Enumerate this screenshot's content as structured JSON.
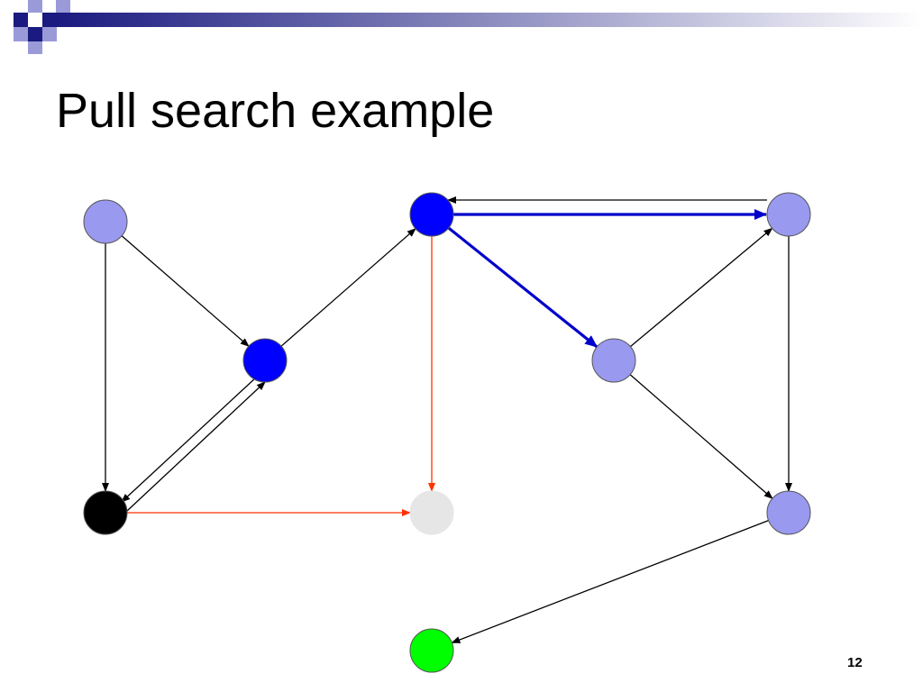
{
  "slide": {
    "title": "Pull search example",
    "page_number": "12"
  },
  "colors": {
    "header_dark": "#1a1a80",
    "header_light": "#ffffff",
    "header_square_light": "#9a9ad8",
    "node_default": "#9999f0",
    "node_active": "#0000ff",
    "node_source": "#000000",
    "node_pending": "#e6e6e6",
    "node_target": "#00ff00",
    "edge_default": "#000000",
    "edge_red": "#ff3300",
    "edge_blue": "#0000cc"
  },
  "diagram": {
    "nodes": [
      {
        "id": "n1",
        "state": "default"
      },
      {
        "id": "n2",
        "state": "active"
      },
      {
        "id": "n3",
        "state": "source"
      },
      {
        "id": "n4",
        "state": "active"
      },
      {
        "id": "n5",
        "state": "pending"
      },
      {
        "id": "n6",
        "state": "target"
      },
      {
        "id": "n7",
        "state": "default"
      },
      {
        "id": "n8",
        "state": "default"
      },
      {
        "id": "n9",
        "state": "default"
      }
    ],
    "edges": [
      {
        "from": "n1",
        "to": "n3",
        "style": "default"
      },
      {
        "from": "n1",
        "to": "n2",
        "style": "default"
      },
      {
        "from": "n2",
        "to": "n3",
        "style": "default"
      },
      {
        "from": "n3",
        "to": "n2",
        "style": "default"
      },
      {
        "from": "n2",
        "to": "n4",
        "style": "default"
      },
      {
        "from": "n3",
        "to": "n5",
        "style": "red"
      },
      {
        "from": "n4",
        "to": "n5",
        "style": "red"
      },
      {
        "from": "n4",
        "to": "n8",
        "style": "blue"
      },
      {
        "from": "n4",
        "to": "n7",
        "style": "blue"
      },
      {
        "from": "n8",
        "to": "n4",
        "style": "default"
      },
      {
        "from": "n7",
        "to": "n8",
        "style": "default"
      },
      {
        "from": "n7",
        "to": "n9",
        "style": "default"
      },
      {
        "from": "n8",
        "to": "n9",
        "style": "default"
      },
      {
        "from": "n9",
        "to": "n6",
        "style": "default"
      }
    ]
  }
}
